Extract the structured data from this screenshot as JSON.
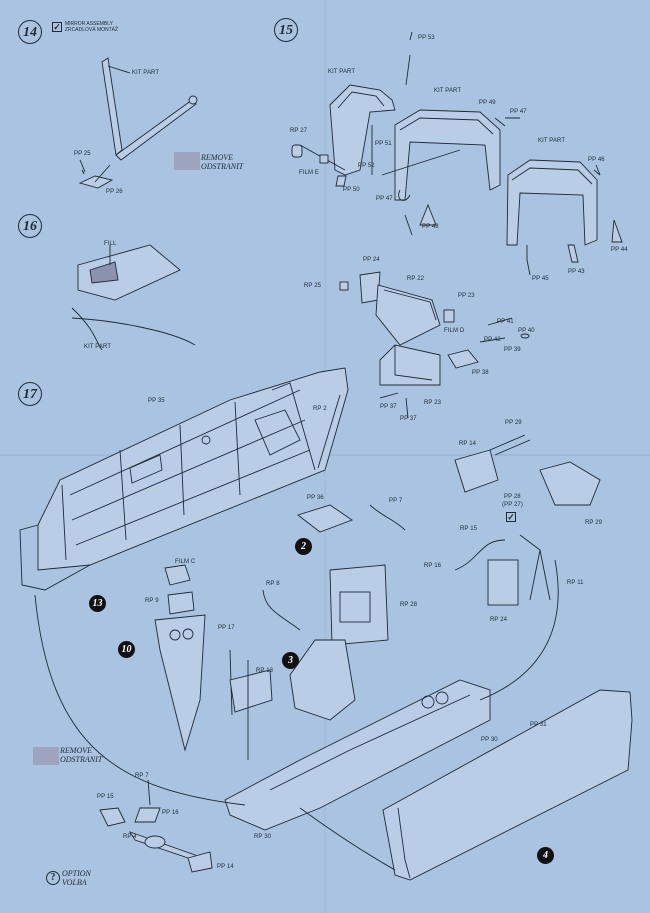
{
  "steps": {
    "s14": "14",
    "s15": "15",
    "s16": "16",
    "s17": "17"
  },
  "step14": {
    "mirror_line1": "MIRROR  ASSEMBLY",
    "mirror_line2": "ZRCADLOVÁ MONTÁŽ",
    "kit_part": "KIT PART",
    "pp25": "PP 25",
    "pp26": "PP 26",
    "remove": "REMOVE",
    "odstranit": "ODSTRANIT"
  },
  "step15": {
    "kit_part_a": "KIT PART",
    "kit_part_b": "KIT PART",
    "kit_part_c": "KIT PART",
    "pp53": "PP 53",
    "pp51": "PP 51",
    "pp52": "PP 52",
    "pp50": "PP 50",
    "rp27": "RP 27",
    "film_e": "FILM E",
    "pp47a": "PP 47",
    "pp48": "PP 48",
    "pp49": "PP 49",
    "pp47b": "PP 47",
    "pp46": "PP 46",
    "pp45": "PP 45",
    "pp43": "PP 43",
    "pp44": "PP 44"
  },
  "step16": {
    "fill": "FILL",
    "kit_part": "KIT PART"
  },
  "step17": {
    "pp24": "PP 24",
    "rp25": "RP 25",
    "rp22": "RP 22",
    "pp23": "PP 23",
    "film_d": "FILM D",
    "pp41": "PP 41",
    "pp40": "PP 40",
    "pp42": "PP 42",
    "pp39": "PP 39",
    "pp38": "PP 38",
    "pp37a": "PP 37",
    "rp23": "RP 23",
    "pp37b": "PP 37",
    "pp35": "PP 35",
    "rp2": "RP 2",
    "pp36": "PP 36",
    "pp7": "PP 7",
    "pp29": "PP 29",
    "rp14": "RP 14",
    "rp29": "RP 29",
    "pp28": "PP 28",
    "pp27": "(PP 27)",
    "rp15": "RP 15",
    "rp16": "RP 16",
    "rp11": "RP 11",
    "rp24": "RP 24",
    "film_c": "FILM C",
    "rp9": "RP 9",
    "rp8": "RP 8",
    "rp28": "RP 28",
    "pp17": "PP 17",
    "rp13": "RP 13",
    "rp30": "RP 30",
    "pp30": "PP 30",
    "pp31": "PP 31",
    "rp7": "RP 7",
    "pp15": "PP 15",
    "pp16": "PP 16",
    "rp4": "RP 4",
    "pp14": "PP 14",
    "remove": "REMOVE",
    "odstranit": "ODSTRANIT",
    "option": "OPTION",
    "volba": "VOLBA",
    "option_mark": "?",
    "n13": "13",
    "n2": "2",
    "n10": "10",
    "n3": "3",
    "n4": "4"
  }
}
